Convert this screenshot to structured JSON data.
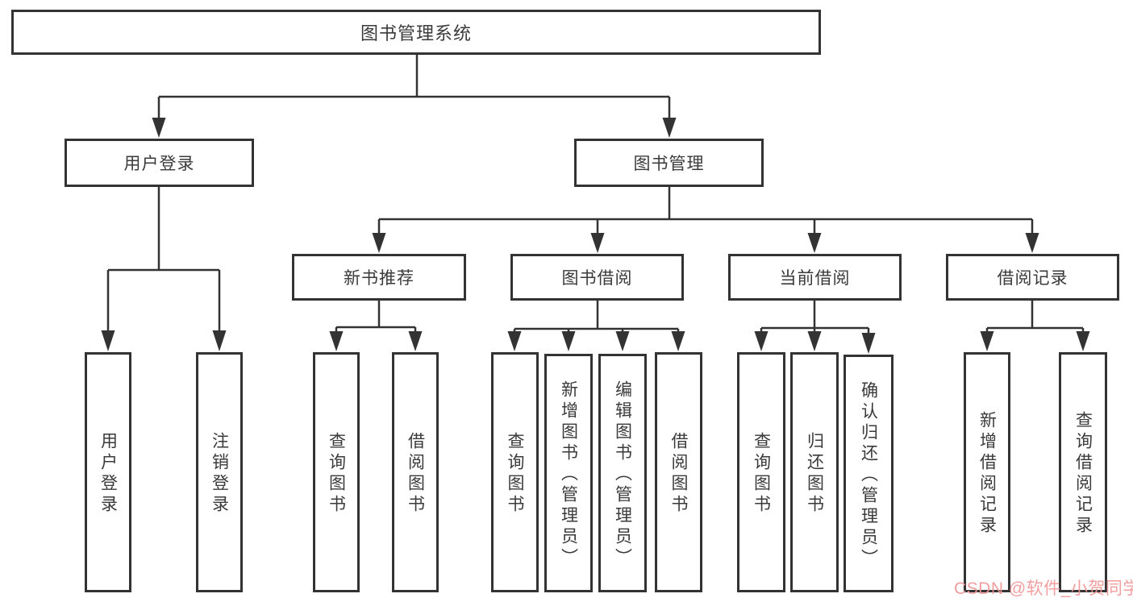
{
  "diagram": {
    "nodes": {
      "root": {
        "label": "图书管理系统"
      },
      "user_login_group": {
        "label": "用户登录"
      },
      "book_mgmt_group": {
        "label": "图书管理"
      },
      "new_book_rec": {
        "label": "新书推荐"
      },
      "book_borrow": {
        "label": "图书借阅"
      },
      "current_borrow": {
        "label": "当前借阅"
      },
      "borrow_records": {
        "label": "借阅记录"
      },
      "leaf_user_login": {
        "label": "用户登录"
      },
      "leaf_logout": {
        "label": "注销登录"
      },
      "leaf_query_book_1": {
        "label": "查询图书"
      },
      "leaf_borrow_book_1": {
        "label": "借阅图书"
      },
      "leaf_query_book_2": {
        "label": "查询图书"
      },
      "leaf_add_book": {
        "label": "新增图书（管理员）"
      },
      "leaf_edit_book": {
        "label": "编辑图书（管理员）"
      },
      "leaf_borrow_book_2": {
        "label": "借阅图书"
      },
      "leaf_query_book_3": {
        "label": "查询图书"
      },
      "leaf_return_book": {
        "label": "归还图书"
      },
      "leaf_confirm_return": {
        "label": "确认归还（管理员）"
      },
      "leaf_add_borrow_record": {
        "label": "新增借阅记录"
      },
      "leaf_query_borrow_record": {
        "label": "查询借阅记录"
      }
    },
    "colors": {
      "line": "#333333",
      "box_border": "#333333",
      "text": "#3a3a3a",
      "background": "#ffffff",
      "watermark": "#f19696"
    }
  },
  "watermark": {
    "text": "CSDN @软件_小贺同学"
  }
}
